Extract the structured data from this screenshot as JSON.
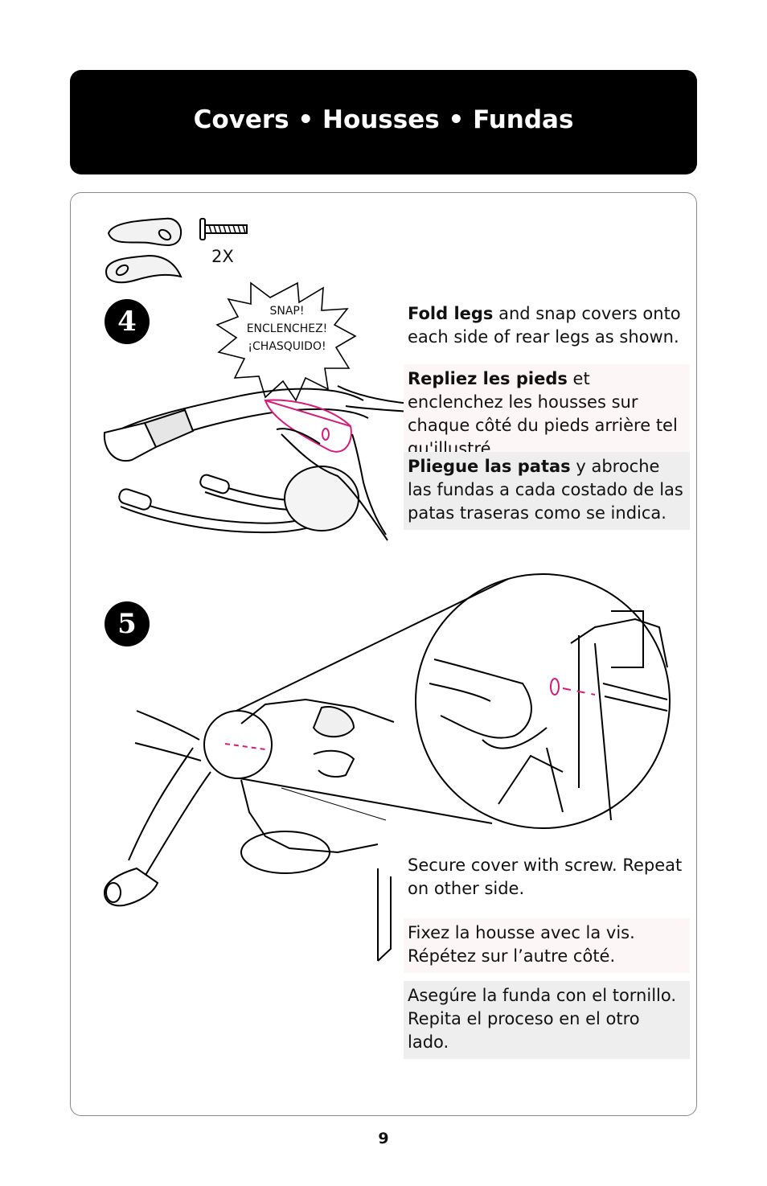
{
  "header": {
    "title": "Covers  • Housses • Fundas"
  },
  "parts": {
    "quantity": "2X"
  },
  "step4": {
    "number": "4",
    "callout": [
      "SNAP!",
      "ENCLENCHEZ!",
      "¡CHASQUIDO!"
    ],
    "en_bold": "Fold legs",
    "en_rest": " and snap covers onto each side of rear legs as shown.",
    "fr_bold": "Repliez les pieds",
    "fr_rest": " et enclenchez les housses sur chaque côté du pieds arrière tel qu'illustré.",
    "es_bold": "Pliegue las patas",
    "es_rest": " y abroche las fundas a cada costado de las patas traseras como se indica."
  },
  "step5": {
    "number": "5",
    "en": "Secure cover with screw. Repeat on other side.",
    "fr": "Fixez la housse avec la vis. Répétez sur l’autre côté.",
    "es": "Asegúre la funda con el tornillo. Repita el proceso en el otro lado."
  },
  "footer": {
    "page_number": "9"
  },
  "colors": {
    "accent": "#d81b7a",
    "header_bg": "#000000",
    "fr_bg": "#fdf6f6",
    "es_bg": "#eeeeee"
  }
}
